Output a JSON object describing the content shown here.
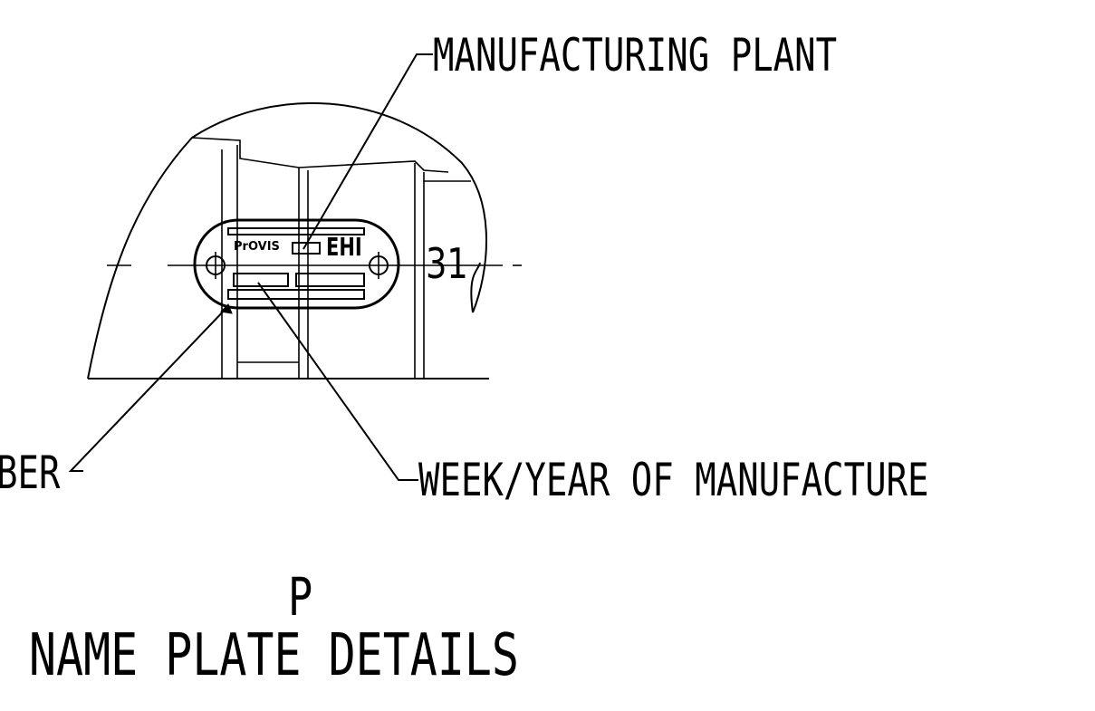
{
  "callouts": {
    "manufacturing_plant": "MANUFACTURING PLANT",
    "week_year": "WEEK/YEAR OF MANUFACTURE",
    "number_partial": "BER"
  },
  "plate": {
    "brand_text": "PrOVIS",
    "mark": "EHI"
  },
  "item_number": "31",
  "view": {
    "letter": "P",
    "title": "NAME PLATE DETAILS"
  }
}
